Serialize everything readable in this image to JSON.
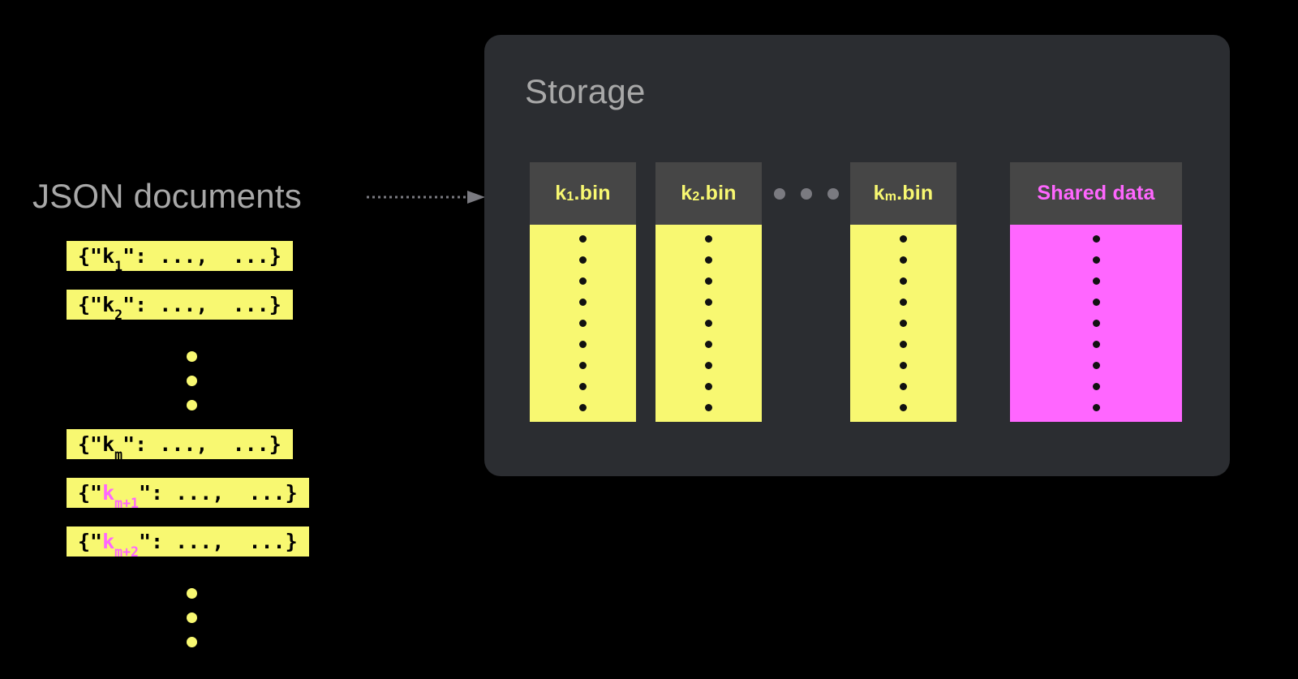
{
  "colors": {
    "background": "#000000",
    "panel": "#2b2d31",
    "bin_header": "#464646",
    "yellow": "#f8f871",
    "magenta": "#ff66ff",
    "heading_gray": "#a8a8a8",
    "ellipsis_gray": "#7a7a80",
    "dot_black": "#111111"
  },
  "left": {
    "heading": "JSON documents",
    "documents": [
      {
        "prefix": "{\"",
        "key": "k",
        "sub": "1",
        "suffix": "\": ...,  ...}",
        "key_color": "black"
      },
      {
        "prefix": "{\"",
        "key": "k",
        "sub": "2",
        "suffix": "\": ...,  ...}",
        "key_color": "black"
      },
      {
        "prefix": "{\"",
        "key": "k",
        "sub": "m",
        "suffix": "\": ...,  ...}",
        "key_color": "black"
      },
      {
        "prefix": "{\"",
        "key": "k",
        "sub": "m+1",
        "suffix": "\": ...,  ...}",
        "key_color": "magenta"
      },
      {
        "prefix": "{\"",
        "key": "k",
        "sub": "m+2",
        "suffix": "\": ...,  ...}",
        "key_color": "magenta"
      }
    ],
    "vertical_ellipsis_dot_count": 3
  },
  "arrow": {
    "name": "dotted-arrow",
    "style": "dotted",
    "direction": "right",
    "color": "#7a7a80"
  },
  "storage": {
    "title": "Storage",
    "bins": [
      {
        "label_key": "k",
        "label_sub": "1",
        "label_suffix": ".bin",
        "label_text": "k1.bin",
        "body_color": "yellow",
        "dot_count": 9
      },
      {
        "label_key": "k",
        "label_sub": "2",
        "label_suffix": ".bin",
        "label_text": "k2.bin",
        "body_color": "yellow",
        "dot_count": 9
      },
      {
        "label_key": "k",
        "label_sub": "m",
        "label_suffix": ".bin",
        "label_text": "km.bin",
        "body_color": "yellow",
        "dot_count": 9
      },
      {
        "label_key": "",
        "label_sub": "",
        "label_suffix": "",
        "label_text": "Shared data",
        "body_color": "magenta",
        "dot_count": 9
      }
    ],
    "bin_ellipsis_dot_count": 3
  }
}
